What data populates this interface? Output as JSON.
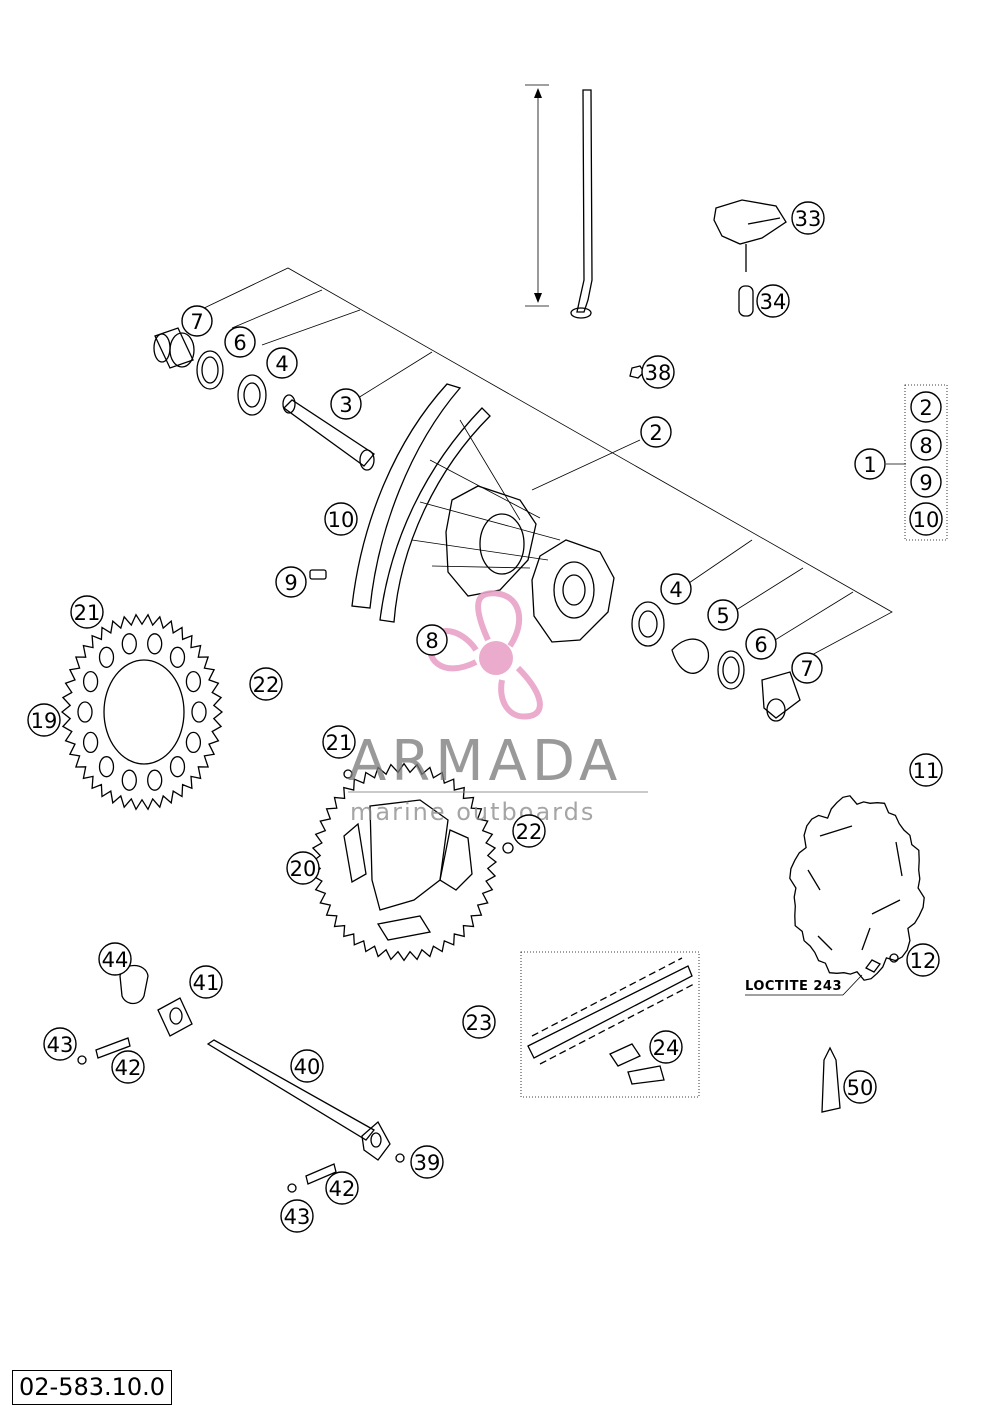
{
  "callouts": [
    {
      "id": "c7a",
      "label": "7"
    },
    {
      "id": "c6a",
      "label": "6"
    },
    {
      "id": "c4a",
      "label": "4"
    },
    {
      "id": "c3",
      "label": "3"
    },
    {
      "id": "c2",
      "label": "2"
    },
    {
      "id": "c38",
      "label": "38"
    },
    {
      "id": "c33",
      "label": "33"
    },
    {
      "id": "c34",
      "label": "34"
    },
    {
      "id": "c1",
      "label": "1"
    },
    {
      "id": "k2",
      "label": "2"
    },
    {
      "id": "k8",
      "label": "8"
    },
    {
      "id": "k9",
      "label": "9"
    },
    {
      "id": "k10",
      "label": "10"
    },
    {
      "id": "c10",
      "label": "10"
    },
    {
      "id": "c9",
      "label": "9"
    },
    {
      "id": "c8",
      "label": "8"
    },
    {
      "id": "c4b",
      "label": "4"
    },
    {
      "id": "c5",
      "label": "5"
    },
    {
      "id": "c6b",
      "label": "6"
    },
    {
      "id": "c7b",
      "label": "7"
    },
    {
      "id": "c21a",
      "label": "21"
    },
    {
      "id": "c22a",
      "label": "22"
    },
    {
      "id": "c19",
      "label": "19"
    },
    {
      "id": "c21b",
      "label": "21"
    },
    {
      "id": "c22b",
      "label": "22"
    },
    {
      "id": "c20",
      "label": "20"
    },
    {
      "id": "c11",
      "label": "11"
    },
    {
      "id": "c12",
      "label": "12"
    },
    {
      "id": "c44",
      "label": "44"
    },
    {
      "id": "c41",
      "label": "41"
    },
    {
      "id": "c43a",
      "label": "43"
    },
    {
      "id": "c42a",
      "label": "42"
    },
    {
      "id": "c40",
      "label": "40"
    },
    {
      "id": "c39",
      "label": "39"
    },
    {
      "id": "c42b",
      "label": "42"
    },
    {
      "id": "c43b",
      "label": "43"
    },
    {
      "id": "c23",
      "label": "23"
    },
    {
      "id": "c24",
      "label": "24"
    },
    {
      "id": "c50",
      "label": "50"
    }
  ],
  "notes": {
    "loctite": "LOCTITE 243"
  },
  "watermark": {
    "name": "ARMADA",
    "tagline": "marine outboards",
    "accent_color": "#e8a3c8"
  },
  "drawing_code": "02-583.10.0"
}
